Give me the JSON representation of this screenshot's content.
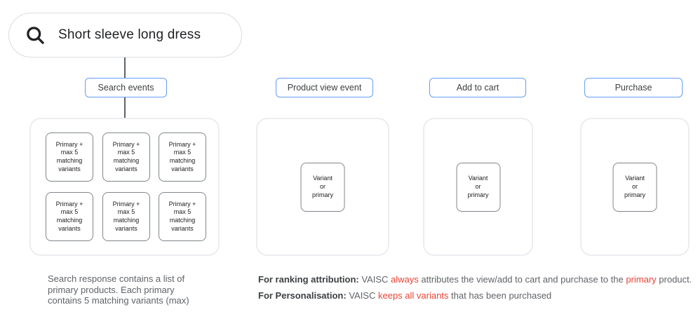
{
  "search_bar": {
    "query": "Short sleeve long dress",
    "icon": "search"
  },
  "columns": [
    {
      "label": "Search events",
      "boxes": [
        "Primary +\nmax 5\nmatching\nvariants",
        "Primary +\nmax 5\nmatching\nvariants",
        "Primary +\nmax 5\nmatching\nvariants",
        "Primary +\nmax 5\nmatching\nvariants",
        "Primary +\nmax 5\nmatching\nvariants",
        "Primary +\nmax 5\nmatching\nvariants"
      ]
    },
    {
      "label": "Product view event",
      "boxes": [
        "Variant\nor\nprimary"
      ]
    },
    {
      "label": "Add to cart",
      "boxes": [
        "Variant\nor\nprimary"
      ]
    },
    {
      "label": "Purchase",
      "boxes": [
        "Variant\nor\nprimary"
      ]
    }
  ],
  "notes": {
    "search_note": "Search response contains a list of\nprimary products. Each primary\ncontains 5 matching variants (max)",
    "ranking": [
      {
        "text": "For ranking attribution:",
        "style": "bold"
      },
      {
        "text": " VAISC ",
        "style": "normal"
      },
      {
        "text": "always",
        "style": "red"
      },
      {
        "text": " attributes the view/add to cart and purchase to the ",
        "style": "normal"
      },
      {
        "text": "primary",
        "style": "red"
      },
      {
        "text": " product.",
        "style": "normal"
      }
    ],
    "personalisation": [
      {
        "text": "For Personalisation:",
        "style": "bold"
      },
      {
        "text": " VAISC ",
        "style": "normal"
      },
      {
        "text": "keeps all variants",
        "style": "red"
      },
      {
        "text": " that has been purchased",
        "style": "normal"
      }
    ]
  },
  "colors": {
    "chip_border": "#669DF6",
    "container_border": "#ECEDF0",
    "inner_box_border": "#80868B",
    "pill_border": "#DADCE0",
    "text_dark": "#202124",
    "text_gray": "#5F6368",
    "text_bold": "#3C4043",
    "highlight_red": "#EA4335",
    "connector": "#5F6368"
  }
}
